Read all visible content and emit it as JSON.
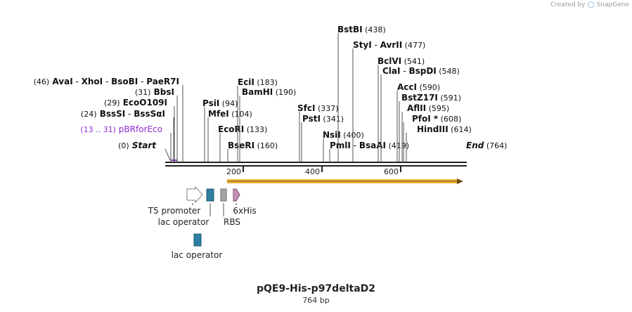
{
  "credit": {
    "prefix": "Created by",
    "brand": "SnapGene"
  },
  "map": {
    "name": "pQE9-His-p97deltaD2",
    "length_label": "764 bp",
    "ticks": [
      "200",
      "400",
      "600"
    ]
  },
  "sites": [
    {
      "label_parts": [
        {
          "t": "(0)",
          "kind": "pos"
        },
        {
          "t": "Start",
          "kind": "italic"
        }
      ]
    },
    {
      "label_parts": [
        {
          "t": "(13 .. 31)",
          "kind": "pos"
        },
        {
          "t": "pBRforEco",
          "kind": "plain"
        }
      ],
      "color": "#8e2bd6"
    },
    {
      "label_parts": [
        {
          "t": "(24)",
          "kind": "pos"
        },
        {
          "t": "BssSI",
          "kind": "bold"
        },
        {
          "t": " - ",
          "kind": "sep"
        },
        {
          "t": "BssSαI",
          "kind": "bold"
        }
      ]
    },
    {
      "label_parts": [
        {
          "t": "(29)",
          "kind": "pos"
        },
        {
          "t": "EcoO109I",
          "kind": "bold"
        }
      ]
    },
    {
      "label_parts": [
        {
          "t": "(31)",
          "kind": "pos"
        },
        {
          "t": "BbsI",
          "kind": "bold"
        }
      ]
    },
    {
      "label_parts": [
        {
          "t": "(46)",
          "kind": "pos"
        },
        {
          "t": "AvaI",
          "kind": "bold"
        },
        {
          "t": " - ",
          "kind": "sep"
        },
        {
          "t": "XhoI",
          "kind": "bold"
        },
        {
          "t": " - ",
          "kind": "sep"
        },
        {
          "t": "BsoBI",
          "kind": "bold"
        },
        {
          "t": " - ",
          "kind": "sep"
        },
        {
          "t": "PaeR7I",
          "kind": "bold"
        }
      ]
    },
    {
      "label_parts": [
        {
          "t": "PsiI",
          "kind": "bold"
        },
        {
          "t": "(94)",
          "kind": "pos"
        }
      ]
    },
    {
      "label_parts": [
        {
          "t": "MfeI",
          "kind": "bold"
        },
        {
          "t": "(104)",
          "kind": "pos"
        }
      ]
    },
    {
      "label_parts": [
        {
          "t": "EcoRI",
          "kind": "bold"
        },
        {
          "t": "(133)",
          "kind": "pos"
        }
      ]
    },
    {
      "label_parts": [
        {
          "t": "BseRI",
          "kind": "bold"
        },
        {
          "t": "(160)",
          "kind": "pos"
        }
      ]
    },
    {
      "label_parts": [
        {
          "t": "EciI",
          "kind": "bold"
        },
        {
          "t": "(183)",
          "kind": "pos"
        }
      ]
    },
    {
      "label_parts": [
        {
          "t": "BamHI",
          "kind": "bold"
        },
        {
          "t": "(190)",
          "kind": "pos"
        }
      ]
    },
    {
      "label_parts": [
        {
          "t": "SfcI",
          "kind": "bold"
        },
        {
          "t": "(337)",
          "kind": "pos"
        }
      ]
    },
    {
      "label_parts": [
        {
          "t": "PstI",
          "kind": "bold"
        },
        {
          "t": "(341)",
          "kind": "pos"
        }
      ]
    },
    {
      "label_parts": [
        {
          "t": "NsiI",
          "kind": "bold"
        },
        {
          "t": "(400)",
          "kind": "pos"
        }
      ]
    },
    {
      "label_parts": [
        {
          "t": "BstBI",
          "kind": "bold"
        },
        {
          "t": "(438)",
          "kind": "pos"
        }
      ]
    },
    {
      "label_parts": [
        {
          "t": "StyI",
          "kind": "bold"
        },
        {
          "t": " - ",
          "kind": "sep"
        },
        {
          "t": "AvrII",
          "kind": "bold"
        },
        {
          "t": "(477)",
          "kind": "pos"
        }
      ]
    },
    {
      "label_parts": [
        {
          "t": "PmlI",
          "kind": "bold"
        },
        {
          "t": " - ",
          "kind": "sep"
        },
        {
          "t": "BsaAI",
          "kind": "bold"
        },
        {
          "t": "(419)",
          "kind": "pos"
        }
      ]
    },
    {
      "label_parts": [
        {
          "t": "BclVI",
          "kind": "bold"
        },
        {
          "t": "(541)",
          "kind": "pos"
        }
      ]
    },
    {
      "label_parts": [
        {
          "t": "ClaI",
          "kind": "bold"
        },
        {
          "t": " - ",
          "kind": "sep"
        },
        {
          "t": "BspDI",
          "kind": "bold"
        },
        {
          "t": "(548)",
          "kind": "pos"
        }
      ]
    },
    {
      "label_parts": [
        {
          "t": "AccI",
          "kind": "bold"
        },
        {
          "t": "(590)",
          "kind": "pos"
        }
      ]
    },
    {
      "label_parts": [
        {
          "t": "BstZ17I",
          "kind": "bold"
        },
        {
          "t": "(591)",
          "kind": "pos"
        }
      ]
    },
    {
      "label_parts": [
        {
          "t": "AflII",
          "kind": "bold"
        },
        {
          "t": "(595)",
          "kind": "pos"
        }
      ]
    },
    {
      "label_parts": [
        {
          "t": "PfoI *",
          "kind": "bold"
        },
        {
          "t": "(608)",
          "kind": "pos"
        }
      ]
    },
    {
      "label_parts": [
        {
          "t": "HindIII",
          "kind": "bold"
        },
        {
          "t": "(614)",
          "kind": "pos"
        }
      ]
    },
    {
      "label_parts": [
        {
          "t": "End",
          "kind": "italic"
        },
        {
          "t": "(764)",
          "kind": "pos"
        }
      ]
    }
  ],
  "features": [
    {
      "name": "T5 promoter",
      "shape": "promoter",
      "color": "#ffffff"
    },
    {
      "name": "lac operator",
      "shape": "box",
      "color": "#2f7ea0"
    },
    {
      "name": "RBS",
      "shape": "box",
      "color": "#a6a6a6"
    },
    {
      "name": "6xHis",
      "shape": "arrow",
      "color": "#c78fb6"
    },
    {
      "name": "lac operator",
      "shape": "box",
      "color": "#2f7ea0"
    }
  ],
  "orf": {
    "color": "#f2b43a"
  }
}
